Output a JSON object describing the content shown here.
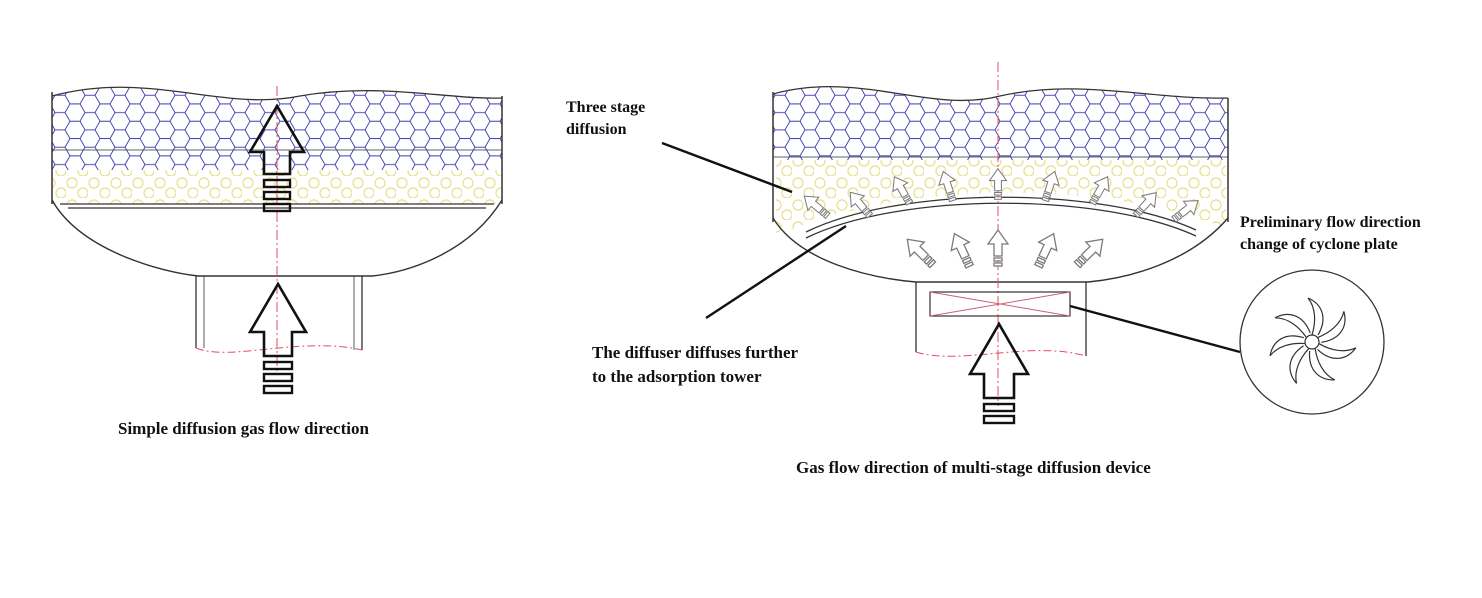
{
  "labels": {
    "left_caption": "Simple diffusion gas flow direction",
    "three_stage_line1": "Three stage",
    "three_stage_line2": "diffusion",
    "diffuser_line1": "The diffuser diffuses further",
    "diffuser_line2": "to the adsorption tower",
    "cyclone_line1": "Preliminary flow direction",
    "cyclone_line2": "change of cyclone plate",
    "right_caption": "Gas flow direction of multi-stage diffusion device"
  },
  "colors": {
    "outline": "#333333",
    "honeycomb": "#3a3ab0",
    "pellets": "#e6e08a",
    "centerline": "#e05060",
    "cyclone_box": "#d06070",
    "arrow_small": "#7a7a7a"
  },
  "icons": {
    "left_upper_arrow": "up-arrow-icon",
    "left_lower_arrow": "up-arrow-icon",
    "right_inlet_arrow": "up-arrow-icon",
    "cyclone_plate": "cyclone-fan-icon"
  }
}
